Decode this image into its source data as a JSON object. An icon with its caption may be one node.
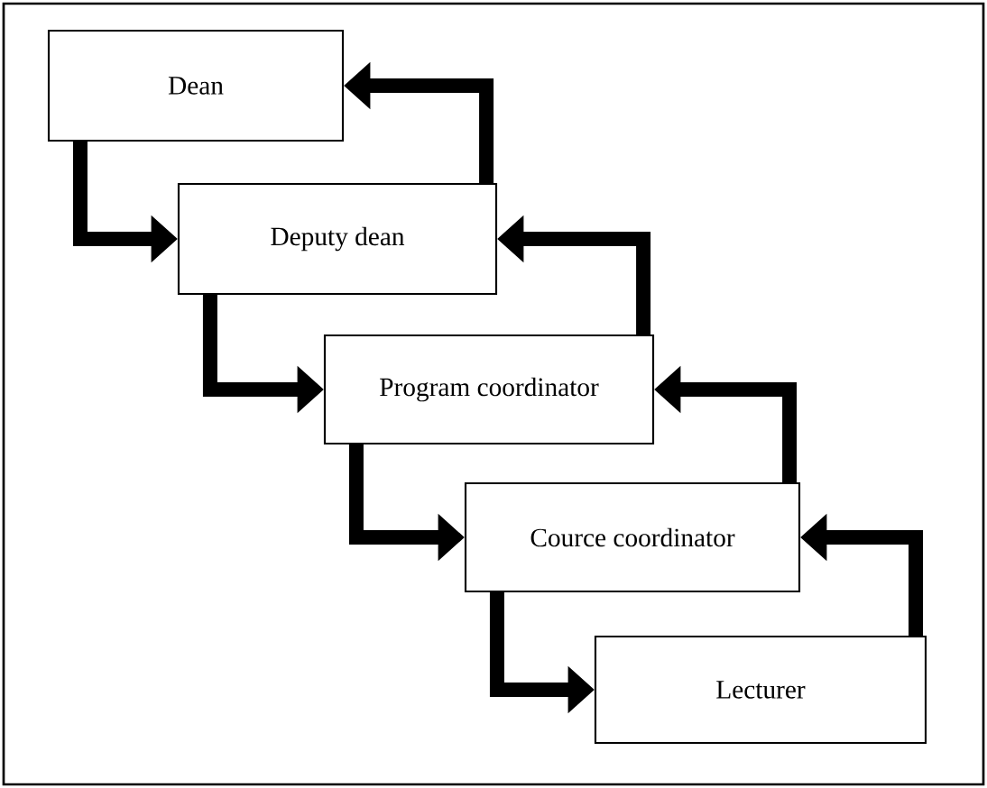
{
  "diagram": {
    "nodes": [
      {
        "text": [
          "Dean"
        ]
      },
      {
        "text": [
          "Deputy dean"
        ]
      },
      {
        "text": [
          "Program coordinator"
        ]
      },
      {
        "text": [
          "Cource coordinator"
        ]
      },
      {
        "text": [
          "Lecturer"
        ]
      }
    ],
    "edges": [
      {
        "from": 0,
        "to": 1,
        "arrow": "to"
      },
      {
        "from": 1,
        "to": 0,
        "arrow": "to"
      },
      {
        "from": 1,
        "to": 2,
        "arrow": "to"
      },
      {
        "from": 2,
        "to": 1,
        "arrow": "to"
      },
      {
        "from": 2,
        "to": 3,
        "arrow": "to"
      },
      {
        "from": 3,
        "to": 2,
        "arrow": "to"
      },
      {
        "from": 3,
        "to": 4,
        "arrow": "to"
      },
      {
        "from": 4,
        "to": 3,
        "arrow": "to"
      }
    ]
  }
}
